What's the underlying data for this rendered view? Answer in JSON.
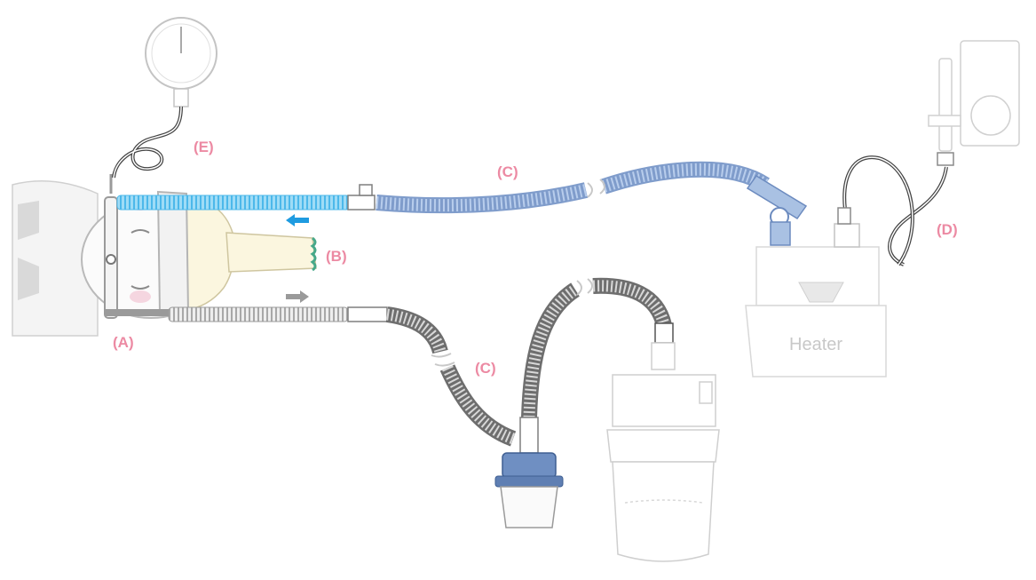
{
  "labels": {
    "a": "(A)",
    "b": "(B)",
    "c_top": "(C)",
    "c_bottom": "(C)",
    "d": "(D)",
    "e": "(E)"
  },
  "heater_text": "Heater",
  "colors": {
    "label": "#ec8aa3",
    "inspiratory_tube": "#7fd1f2",
    "delivery_hose": "#a9c1e3",
    "expiratory_tube": "#d4d4d4",
    "flow_arrow_in": "#1e9be0",
    "flow_arrow_out": "#9a9a9a",
    "water_trap_cap": "#5f7fb3",
    "fabric_tie": "#47a889",
    "device_outline": "#d0d0d0"
  },
  "icons": {
    "flow_in": "arrow-left-icon",
    "flow_out": "arrow-right-icon"
  }
}
